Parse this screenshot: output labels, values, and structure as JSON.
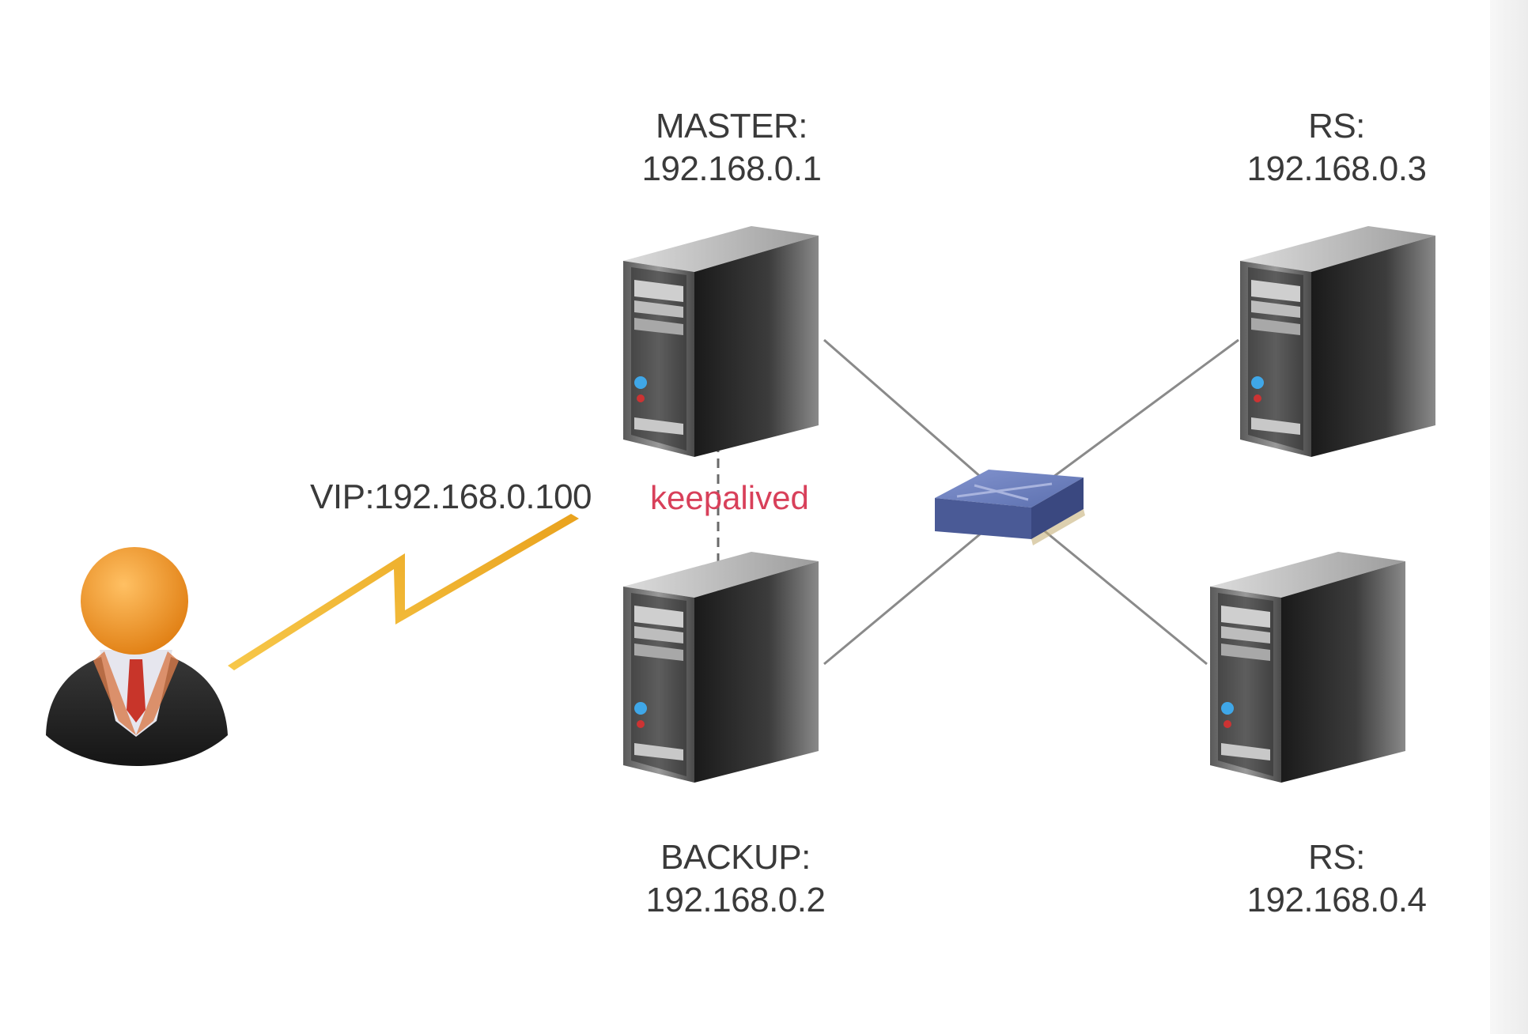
{
  "nodes": {
    "master": {
      "role": "MASTER:",
      "ip": "192.168.0.1"
    },
    "backup": {
      "role": "BACKUP:",
      "ip": "192.168.0.2"
    },
    "rs1": {
      "role": "RS:",
      "ip": "192.168.0.3"
    },
    "rs2": {
      "role": "RS:",
      "ip": "192.168.0.4"
    }
  },
  "vip_label": "VIP:192.168.0.100",
  "link_label": "keepalived",
  "colors": {
    "keepalived_text": "#d8405a",
    "lightning": "#f2b630",
    "switch": "#5b6fae",
    "user_head": "#f0962a",
    "tie": "#c8352a",
    "link_line": "#8a8a8a"
  }
}
